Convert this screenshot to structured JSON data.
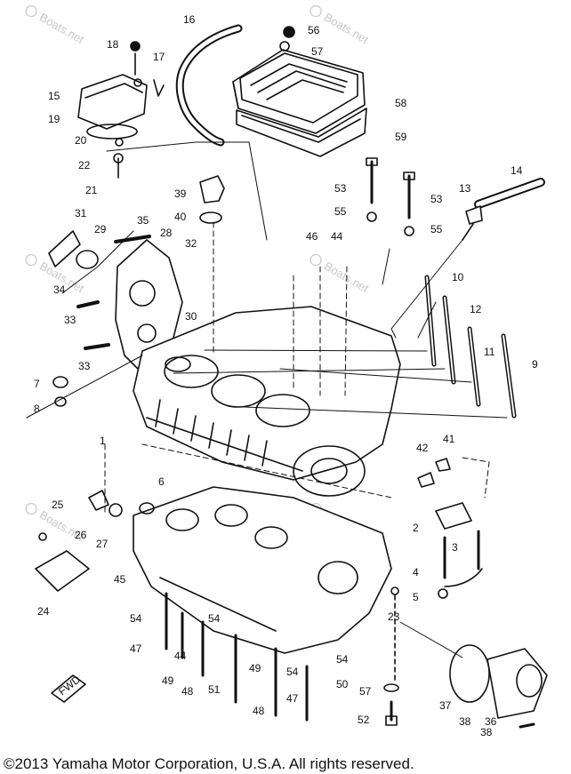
{
  "copyright": "©2013 Yamaha Motor Corporation, U.S.A. All rights reserved.",
  "watermark_text": "Boats.net",
  "fwd_label": "FWD",
  "part_labels": [
    "1",
    "2",
    "3",
    "4",
    "5",
    "6",
    "7",
    "8",
    "9",
    "10",
    "11",
    "12",
    "13",
    "14",
    "15",
    "16",
    "17",
    "18",
    "19",
    "20",
    "21",
    "22",
    "23",
    "24",
    "25",
    "26",
    "27",
    "28",
    "29",
    "30",
    "31",
    "32",
    "33",
    "33",
    "34",
    "35",
    "36",
    "37",
    "38",
    "38",
    "39",
    "40",
    "41",
    "42",
    "44",
    "44",
    "45",
    "46",
    "47",
    "47",
    "48",
    "48",
    "49",
    "49",
    "50",
    "51",
    "52",
    "53",
    "53",
    "54",
    "54",
    "54",
    "54",
    "55",
    "55",
    "56",
    "57",
    "57",
    "58",
    "59"
  ]
}
